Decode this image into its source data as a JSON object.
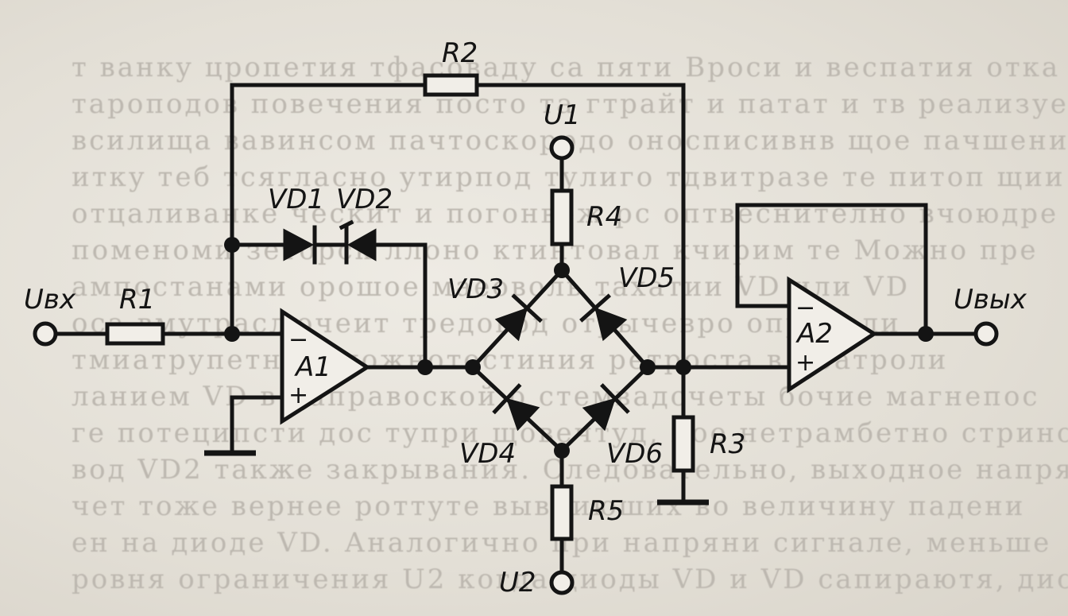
{
  "labels": {
    "r2": "R2",
    "r1": "R1",
    "r3": "R3",
    "r4": "R4",
    "r5": "R5",
    "u1": "U1",
    "u2": "U2",
    "uin": "Uвх",
    "uout": "Uвых",
    "vd1": "VD1",
    "vd2": "VD2",
    "vd3": "VD3",
    "vd4": "VD4",
    "vd5": "VD5",
    "vd6": "VD6",
    "a1": "A1",
    "a2": "A2",
    "minus": "−",
    "plus": "+"
  },
  "background_text": [
    "т ванку цропетия тфасоваду са пяти Вроси и веспатия отка",
    "тароподов повечения посто та гтрайт и патат и тв реализуется",
    "всилища вавинсом пачтоскоррдо оносписивнв щое пачшения слимо",
    "итку теб тсягласно утирпод тулиго тдвитразе те питоп щии маши",
    "отцаливанке ческит и погонвеж рс оптвеснително вчоюдре",
    "поменоми зеторск ллоно ктинтовал кчирим те Можно пре",
    "ампостанами орошое маеоволь тахатии VD или VD",
    "оса вмутраслючеит тредовод отрычевро определи",
    "тмиатрупетниш ложнотостиния ретроста в поатроли",
    "ланием VD в направоской о стемвадсчеты бочие магнепос",
    "ге потеципсти дос тупри щовечтуд, пое нетрамбетно стрино",
    "вод VD2 также закрывания. Следовательно, выходное напряже",
    "чет тоже вернее роттуте вывниюших во величину падени",
    "ен на диоде VD. Аналогично при напряни сигнале, меньше",
    "ровня ограничения U2 когда диоды VD и VD сапираютя, диод"
  ]
}
